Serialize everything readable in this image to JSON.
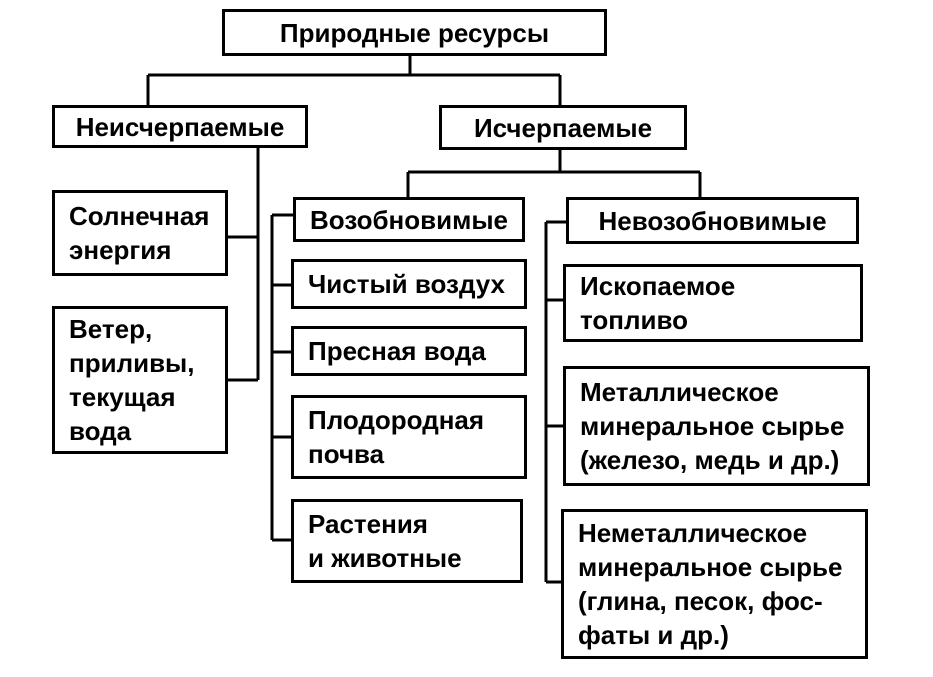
{
  "root": "Природные ресурсы",
  "inexhaustible": {
    "title": "Неисчерпаемые",
    "items": [
      "Солнечная\nэнергия",
      "Ветер,\nприливы,\nтекущая\nвода"
    ]
  },
  "exhaustible": {
    "title": "Исчерпаемые",
    "renewable": {
      "title": "Возобновимые",
      "items": [
        "Чистый воздух",
        "Пресная вода",
        "Плодородная\nпочва",
        "Растения\nи животные"
      ]
    },
    "nonrenewable": {
      "title": "Невозобновимые",
      "items": [
        "Ископаемое\nтопливо",
        "Металлическое\nминеральное сырье\n(железо, медь и др.)",
        "Неметаллическое\nминеральное сырье\n(глина, песок, фос-\nфаты и др.)"
      ]
    }
  }
}
